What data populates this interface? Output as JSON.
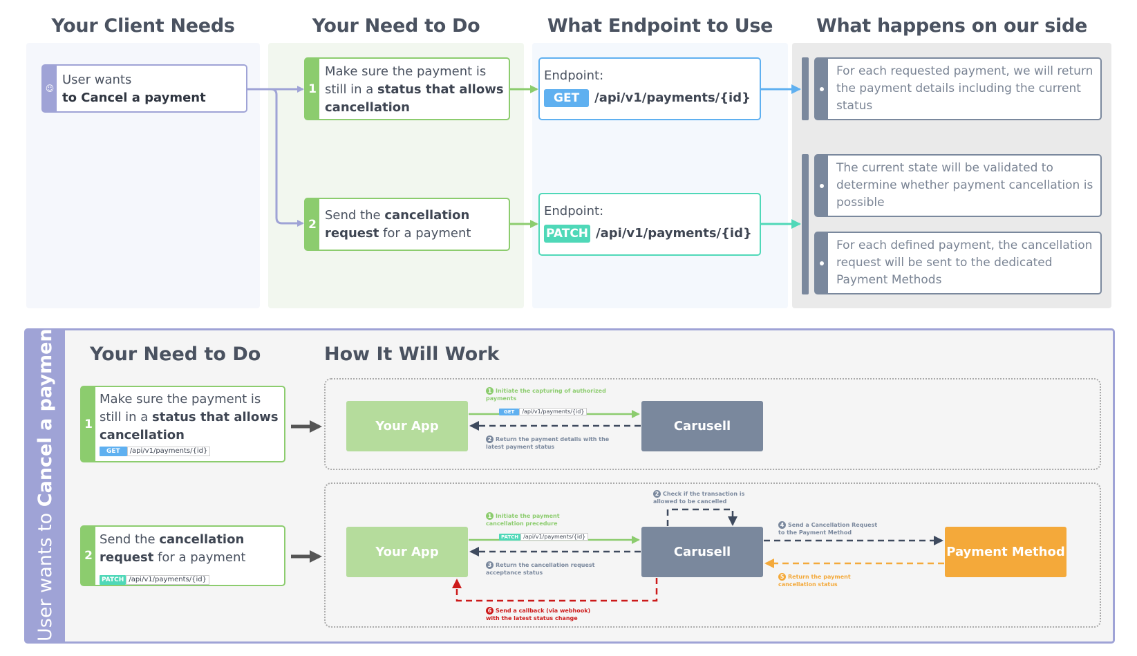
{
  "columns": {
    "client_needs": "Your Client Needs",
    "need_to_do": "Your Need to Do",
    "endpoint": "What Endpoint to Use",
    "our_side": "What happens on our side"
  },
  "client": {
    "line1": "User wants",
    "line2": "to Cancel a payment"
  },
  "steps": [
    {
      "num": "1",
      "pre": "Make sure the payment is still in a ",
      "bold": "status that allows cancellation",
      "post": ""
    },
    {
      "num": "2",
      "pre": "Send the ",
      "bold": "cancellation request",
      "post": " for a payment"
    }
  ],
  "endpoints": [
    {
      "label": "Endpoint:",
      "method": "GET",
      "path": "/api/v1/payments/{id}"
    },
    {
      "label": "Endpoint:",
      "method": "PATCH",
      "path": "/api/v1/payments/{id}"
    }
  ],
  "our_side": [
    "For each requested payment, we will return the payment details including the current status",
    "The current state will be validated to determine whether payment cancellation is possible",
    "For each defined payment, the cancellation request will be sent to the dedicated Payment Methods"
  ],
  "bottom": {
    "side_pre": "User wants to ",
    "side_bold": "Cancel a payment",
    "need_title": "Your Need to Do",
    "how_title": "How It Will Work",
    "flow1": {
      "app": "Your App",
      "carusell": "Carusell",
      "s1_num": "1",
      "s1_text": "Initiate the capturing of authorized payments",
      "s1_method": "GET",
      "s1_path": "/api/v1/payments/{id}",
      "s2_num": "2",
      "s2_text": "Return the payment details with the latest payment status"
    },
    "flow2": {
      "app": "Your App",
      "carusell": "Carusell",
      "pm": "Payment Method",
      "s1_num": "1",
      "s1_text": "Initiate the payment cancellation precedure",
      "s1_method": "PATCH",
      "s1_path": "/api/v1/payments/{id}",
      "s2_num": "2",
      "s2_text": "Check if the transaction is allowed to be cancelled",
      "s3_num": "3",
      "s3_text": "Return the cancellation request acceptance status",
      "s4_num": "4",
      "s4_text": "Send a Cancellation Request to the Payment Method",
      "s5_num": "5",
      "s5_text": "Return the payment cancellation status",
      "s6_num": "6",
      "s6_text": "Send a callback (via webhook) with the latest status change"
    }
  },
  "colors": {
    "purple": "#9fa3d6",
    "green": "#8ccc6e",
    "blue": "#5fb0f0",
    "teal": "#4fd8b8",
    "slate": "#7a889d",
    "orange": "#f4a93a",
    "red": "#cc1a1a",
    "light_green": "#b5dc9c"
  }
}
